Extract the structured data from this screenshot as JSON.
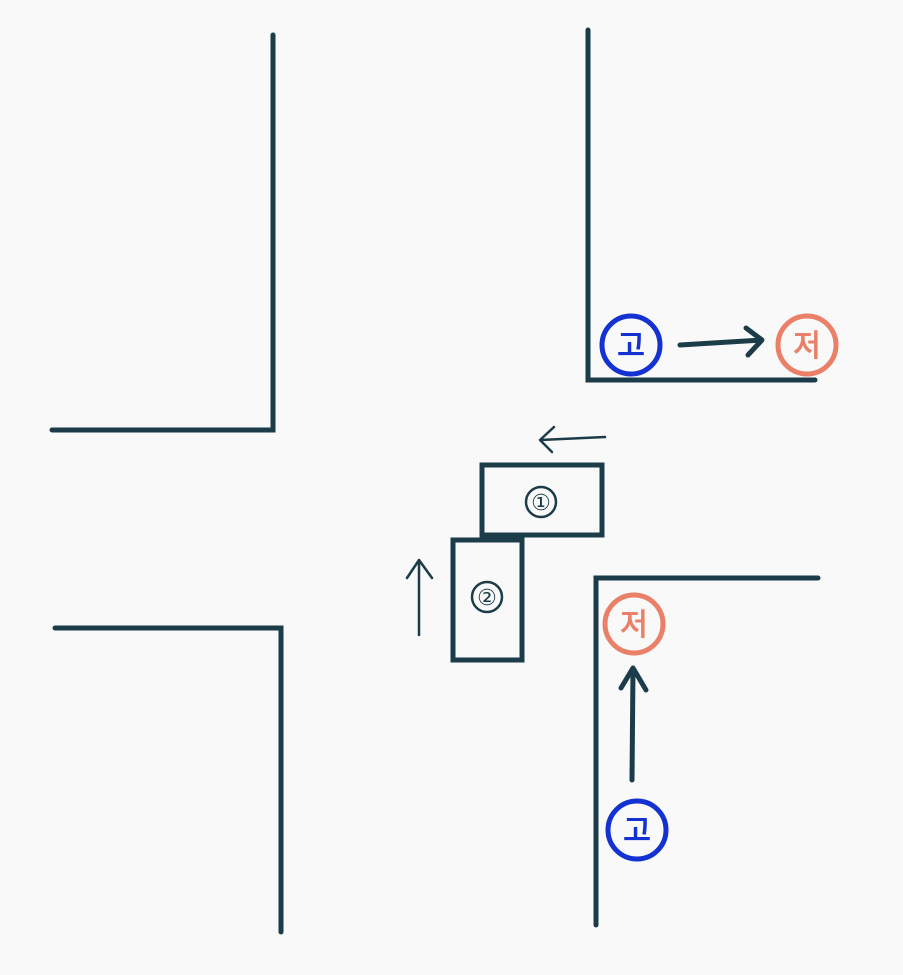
{
  "vehicles": [
    {
      "label": "①",
      "direction": "left"
    },
    {
      "label": "②",
      "direction": "up"
    }
  ],
  "badges": [
    {
      "text": "고",
      "color": "#1432d2"
    },
    {
      "text": "저",
      "color": "#ea8068"
    },
    {
      "text": "저",
      "color": "#ea8068"
    },
    {
      "text": "고",
      "color": "#1432d2"
    }
  ],
  "colors": {
    "line": "#1c3c4a",
    "background": "#f9f9f9"
  }
}
